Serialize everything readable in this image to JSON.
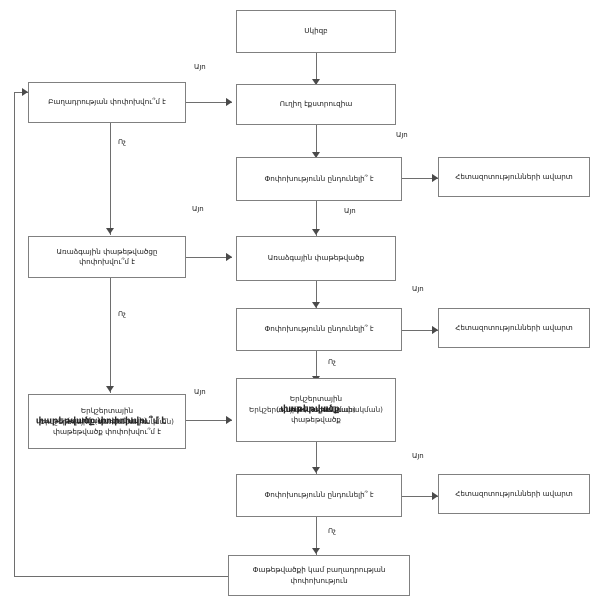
{
  "diagram": {
    "title_text": "Սկիզբ",
    "nodes": {
      "start": {
        "label": "Սկիզբ"
      },
      "composition_change_q": {
        "label": "Բաղադրության փոփոխվու՞մ է"
      },
      "direct_extrusion": {
        "label": "Ուղիղ էքստրուզիա"
      },
      "change_acceptable_q1": {
        "label": "Փոփոխությունն ընդունելի՞ է"
      },
      "research_end_1": {
        "label": "Հետազոտությունների ավարտ"
      },
      "elastic_pack_change_q": {
        "label": "Առաձգային փաթեթվածցը\nփոփոխվու՞մ է"
      },
      "elastic_pack": {
        "label": "Առաձգային փաթեթվածք"
      },
      "change_acceptable_q2": {
        "label": "Փոփոխությունն ընդունելի՞ է"
      },
      "research_end_2": {
        "label": "Հետազոտությունների ավարտ"
      },
      "three_layer_change_q": {
        "label": "Երկշերտային\n(սահմանափակման)\nփաթեթվածք փոփոխվու՞մ է"
      },
      "three_layer_pack": {
        "label": "Երկշերտային\n(սահմանափակման)\nփաթեթվածք"
      },
      "change_acceptable_q3": {
        "label": "Փոփոխությունն ընդունելի՞ է"
      },
      "research_end_3": {
        "label": "Հետազոտությունների ավարտ"
      },
      "pack_or_composition_change": {
        "label": "Փաթեթվածքի կամ բաղադրության\nփոփոխություն"
      }
    },
    "ghost_overlays": {
      "three_layer_change_q": {
        "line_a": "Երկշերտային (սահմանափակման)",
        "line_b": "փաթեթվածք փոփոխվու՞մ է"
      },
      "three_layer_pack": {
        "line_a": "Երկշերտային (սահմանափակման)",
        "line_b": "փաթեթվածք"
      }
    },
    "edge_labels": {
      "yes_1": "Այո",
      "yes_2": "Այո",
      "yes_3": "Այո",
      "yes_4": "Այո",
      "yes_5": "Այո",
      "yes_6": "Այո",
      "no_1": "Ոչ",
      "no_2": "Ոչ",
      "no_3": "Ոչ",
      "no_4": "Ոչ"
    },
    "colors": {
      "box_border": "#808080",
      "edge_line": "#6e6e6e",
      "arrow_fill": "#4a4a4a",
      "text": "#1a1a1a",
      "background": "#ffffff"
    }
  }
}
